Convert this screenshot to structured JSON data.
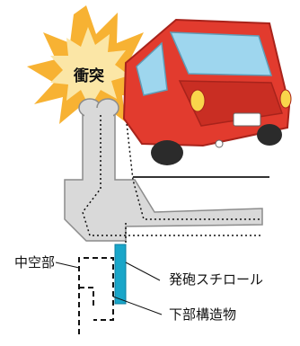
{
  "labels": {
    "collision": "衝突",
    "hollow_part": "中空部",
    "styrofoam": "発砲スチロール",
    "substructure": "下部構造物"
  },
  "colors": {
    "burst_outer": "#F7B233",
    "burst_inner": "#FBE6A6",
    "car_body": "#E23B2E",
    "car_dark": "#A8231B",
    "glass": "#9ED6EE",
    "tire": "#2B2B2B",
    "barrier": "#D9D9D9",
    "barrier_edge": "#8C8C8C",
    "foam": "#19A6C9",
    "ground": "#333333"
  },
  "icons": [
    "collision-burst-icon",
    "car-icon"
  ]
}
